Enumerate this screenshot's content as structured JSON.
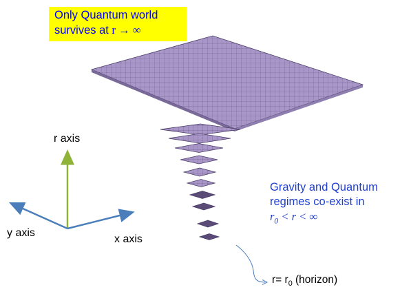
{
  "callout": {
    "line1": "Only Quantum world",
    "line2_prefix": "survives at ",
    "line2_math": "r → ∞"
  },
  "axes": {
    "r_label": "r axis",
    "y_label": "y axis",
    "x_label": "x axis",
    "colors": {
      "r_axis": "#8fb339",
      "x_axis": "#4a7ebb",
      "y_axis": "#4a7ebb"
    }
  },
  "note": {
    "line1": "Gravity and Quantum",
    "line2": "regimes co-exist in",
    "math_r": "r",
    "math_sub0": "0",
    "math_rest": " < r < ∞"
  },
  "horizon": {
    "prefix": "r= r",
    "sub": "0",
    "suffix": " (horizon)"
  },
  "surface": {
    "fill": "#a996c8",
    "edge": "#4a3d66",
    "layers": 11
  }
}
